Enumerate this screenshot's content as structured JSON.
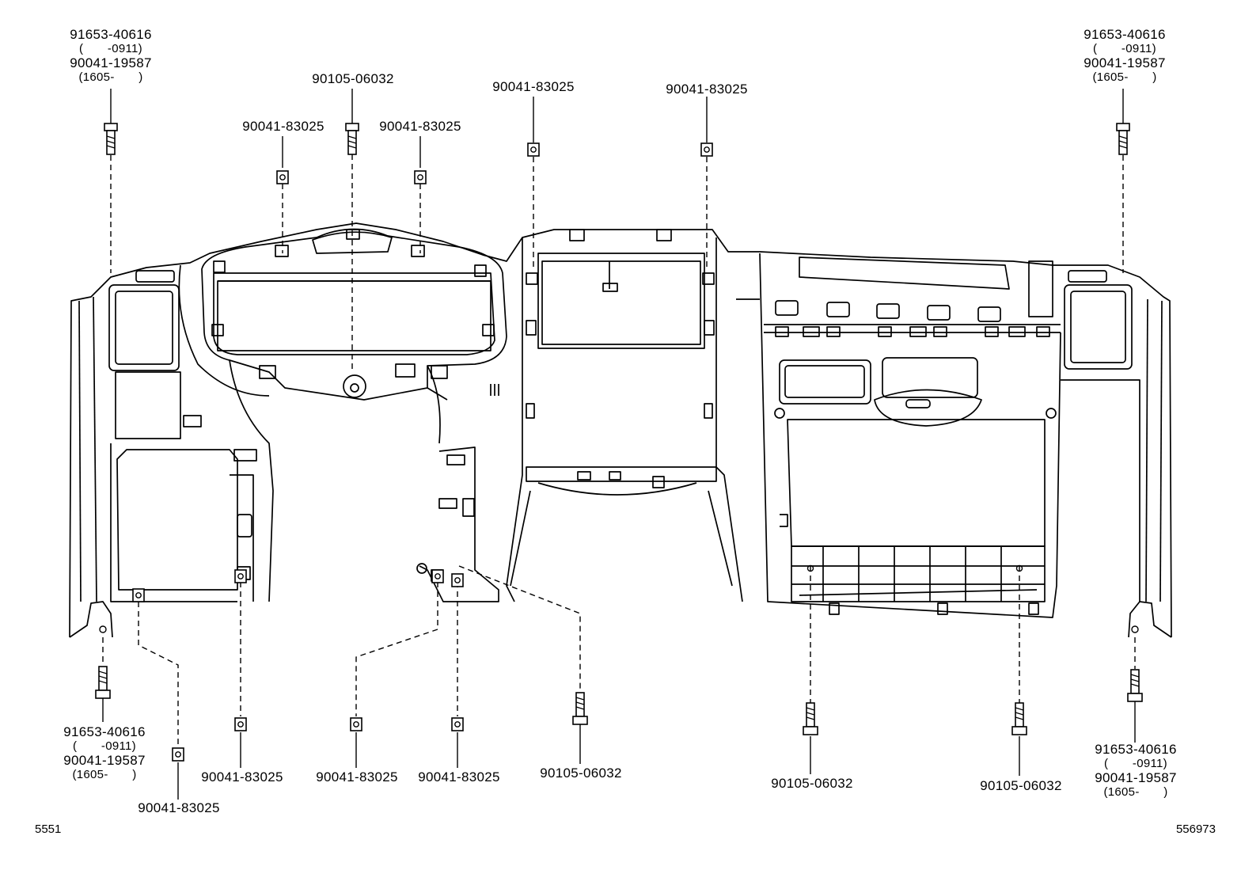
{
  "callouts": {
    "tl_part1": "91653-40616",
    "tl_range1": "(　　-0911)",
    "tl_part2": "90041-19587",
    "tl_range2": "(1605-　　)",
    "tr_part1": "91653-40616",
    "tr_range1": "(　　-0911)",
    "tr_part2": "90041-19587",
    "tr_range2": "(1605-　　)",
    "bl_part1": "91653-40616",
    "bl_range1": "(　　-0911)",
    "bl_part2": "90041-19587",
    "bl_range2": "(1605-　　)",
    "br_part1": "91653-40616",
    "br_range1": "(　　-0911)",
    "br_part2": "90041-19587",
    "br_range2": "(1605-　　)",
    "top_bolt": "90105-06032",
    "top_nut_l1": "90041-83025",
    "top_nut_l2": "90041-83025",
    "top_nut_c1": "90041-83025",
    "top_nut_c2": "90041-83025",
    "bot_nut_1": "90041-83025",
    "bot_nut_2": "90041-83025",
    "bot_nut_3": "90041-83025",
    "bot_nut_4": "90041-83025",
    "bot_bolt_1": "90105-06032",
    "bot_bolt_2": "90105-06032",
    "bot_bolt_3": "90105-06032"
  },
  "footer": {
    "left_code": "5551",
    "right_code": "556973"
  }
}
